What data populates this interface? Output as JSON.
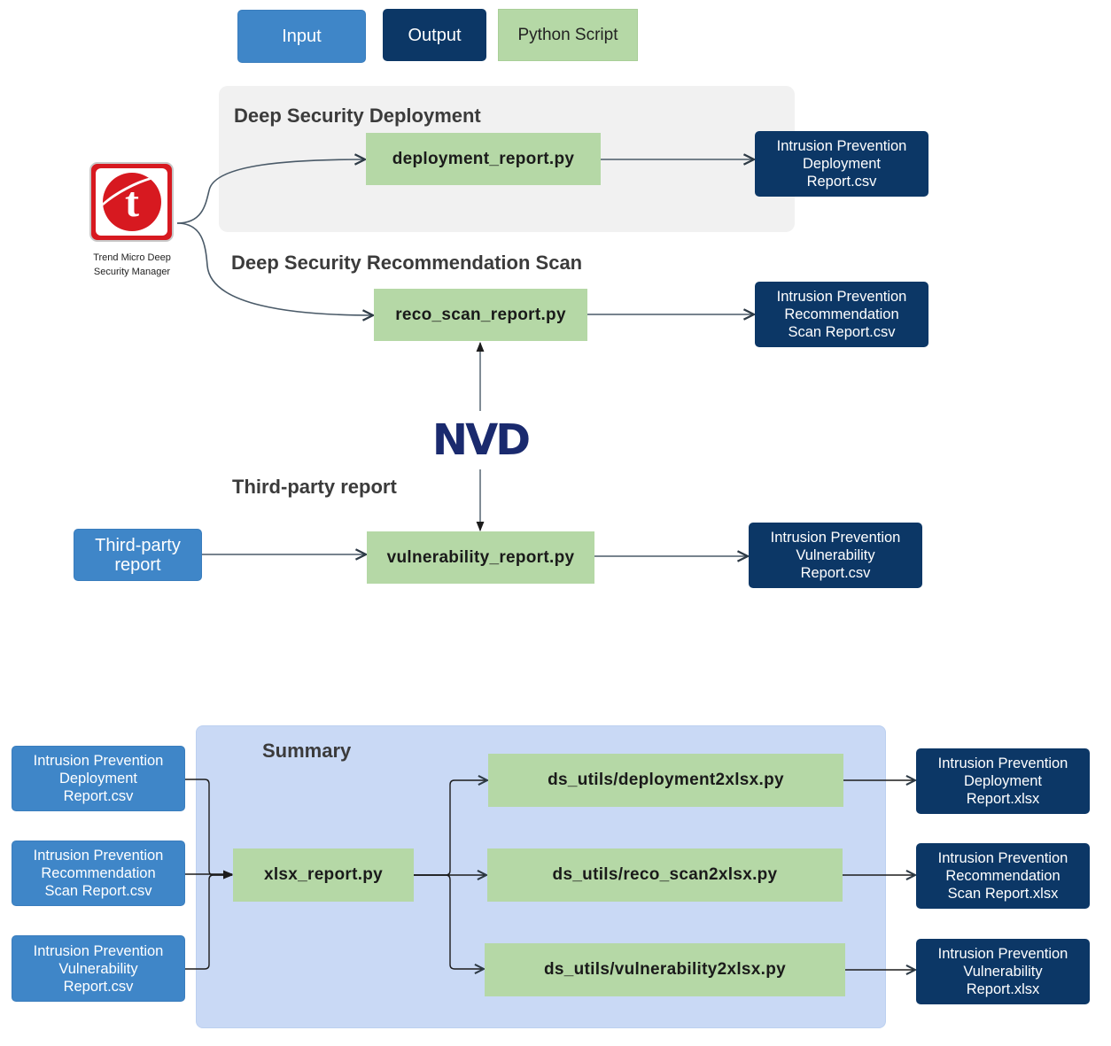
{
  "legend": {
    "input": "Input",
    "output": "Output",
    "script": "Python Script"
  },
  "sections": {
    "deployment": "Deep Security Deployment",
    "reco": "Deep Security Recommendation Scan",
    "thirdparty": "Third-party report",
    "summary": "Summary"
  },
  "sources": {
    "trend_micro": {
      "label": "Trend Micro Deep\nSecurity Manager",
      "logo_letter": "t"
    },
    "nvd": "NVD",
    "thirdparty_input": "Third-party\nreport"
  },
  "scripts": {
    "deployment": "deployment_report.py",
    "reco": "reco_scan_report.py",
    "vulnerability": "vulnerability_report.py",
    "xlsx": "xlsx_report.py",
    "deployment2xlsx": "ds_utils/deployment2xlsx.py",
    "reco2xlsx": "ds_utils/reco_scan2xlsx.py",
    "vuln2xlsx": "ds_utils/vulnerability2xlsx.py"
  },
  "outputs": {
    "deployment_csv": "Intrusion Prevention\nDeployment\nReport.csv",
    "reco_csv": "Intrusion Prevention\nRecommendation\nScan Report.csv",
    "vuln_csv": "Intrusion Prevention\nVulnerability\nReport.csv",
    "deployment_xlsx": "Intrusion Prevention\nDeployment\nReport.xlsx",
    "reco_xlsx": "Intrusion Prevention\nRecommendation\nScan Report.xlsx",
    "vuln_xlsx": "Intrusion Prevention\nVulnerability\nReport.xlsx"
  },
  "summary_inputs": {
    "deployment_csv": "Intrusion Prevention\nDeployment\nReport.csv",
    "reco_csv": "Intrusion Prevention\nRecommendation\nScan Report.csv",
    "vuln_csv": "Intrusion Prevention\nVulnerability\nReport.csv"
  },
  "colors": {
    "input": "#3f86c8",
    "output": "#0c3766",
    "script": "#b5d8a6",
    "connector": "#4a5a68",
    "summary_bg": "#c9d9f5",
    "group_bg": "#f1f1f1",
    "logo_red": "#d71920",
    "nvd_navy": "#1a2a6e"
  }
}
